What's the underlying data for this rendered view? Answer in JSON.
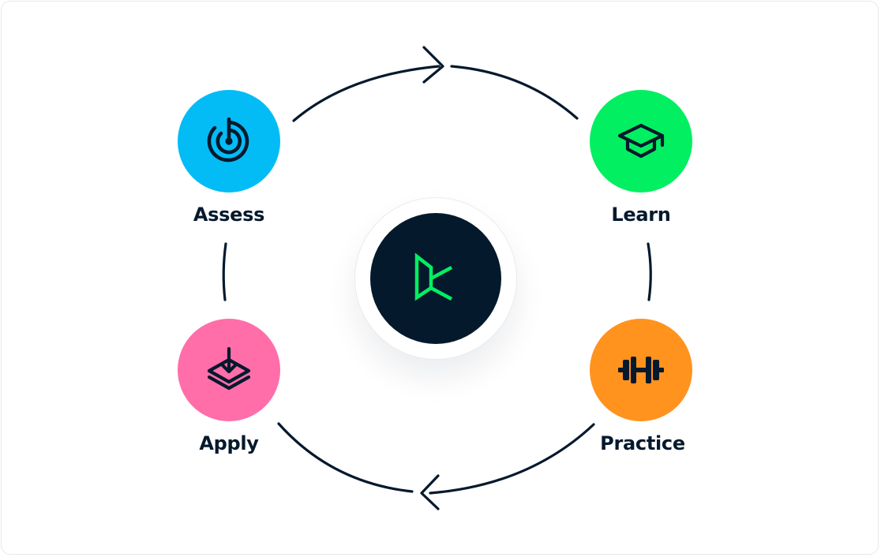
{
  "colors": {
    "line": "#05192d",
    "assess": "#03bcf6",
    "learn": "#03ef62",
    "practice": "#ff931e",
    "apply": "#ff6ea9",
    "center_bg": "#05192d",
    "logo": "#03ef62"
  },
  "center": {
    "icon": "datacamp-logo-icon"
  },
  "steps": [
    {
      "key": "assess",
      "label": "Assess",
      "icon": "radar-target-icon"
    },
    {
      "key": "learn",
      "label": "Learn",
      "icon": "graduation-cap-icon"
    },
    {
      "key": "practice",
      "label": "Practice",
      "icon": "dumbbell-icon"
    },
    {
      "key": "apply",
      "label": "Apply",
      "icon": "layers-download-icon"
    }
  ],
  "flow": [
    {
      "arrow": "right",
      "position": "top"
    },
    {
      "arrow": "left",
      "position": "bottom"
    }
  ]
}
